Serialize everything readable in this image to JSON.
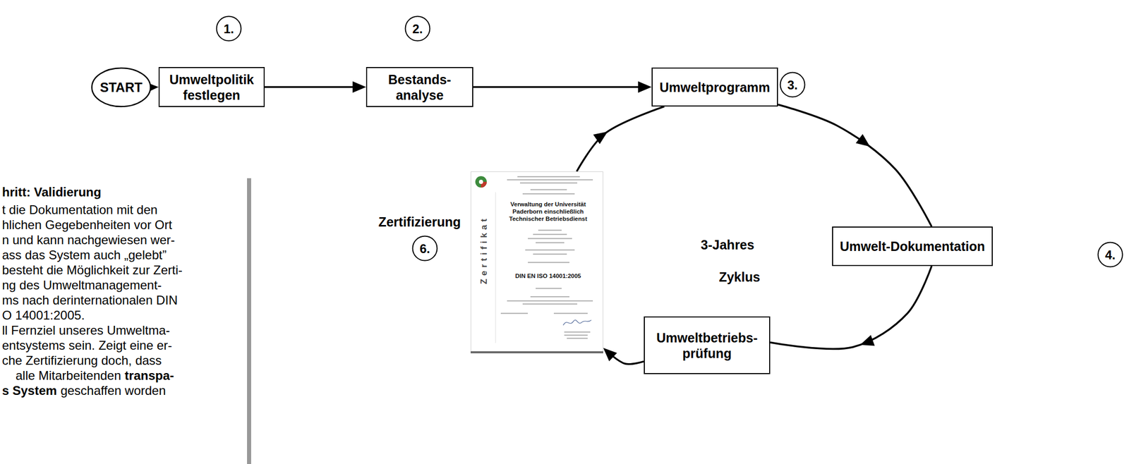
{
  "diagram": {
    "nodes": [
      {
        "text": [
          "START"
        ]
      },
      {
        "text": [
          "Umweltpolitik festlegen"
        ]
      },
      {
        "text": [
          "Bestands- analyse"
        ]
      },
      {
        "text": [
          "Umweltprogramm"
        ]
      },
      {
        "text": [
          "Umwelt-Dokumentation"
        ]
      },
      {
        "text": [
          "Umweltbetriebs- prüfung"
        ]
      },
      {
        "text": [
          "Zertifikat",
          "Verwaltung der Universität Paderborn einschließlich Technischer Betriebsdienst",
          "DIN EN ISO 14001:2005"
        ]
      }
    ],
    "edges": [
      {
        "from": 0,
        "to": 1,
        "arrow": "to"
      },
      {
        "from": 1,
        "to": 2,
        "arrow": "to"
      },
      {
        "from": 2,
        "to": 3,
        "arrow": "to"
      },
      {
        "from": 3,
        "to": 4,
        "arrow": "to"
      },
      {
        "from": 4,
        "to": 5,
        "arrow": "to"
      },
      {
        "from": 5,
        "to": 6,
        "arrow": "to"
      },
      {
        "from": 6,
        "to": 3,
        "arrow": "to"
      }
    ],
    "labels": [
      "1.",
      "2.",
      "3.",
      "4.",
      "Zertifizierung",
      "6.",
      "3-Jahres",
      "Zyklus",
      "hritt: Validierung",
      "t die Dokumentation mit den",
      "hlichen Gegebenheiten vor Ort",
      "n und kann nachgewiesen wer-",
      "ass das System auch „gelebt”",
      "besteht die Möglichkeit zur Zerti-",
      "ng des Umweltmanagement-",
      "ms nach derinternationalen DIN",
      "O 14001:2005.",
      "ll Fernziel unseres Umweltma-",
      "entsystems sein. Zeigt eine er-",
      "che Zertifizierung doch, dass",
      "alle Mitarbeitenden",
      "transpa-",
      "s System",
      "geschaffen worden"
    ]
  }
}
